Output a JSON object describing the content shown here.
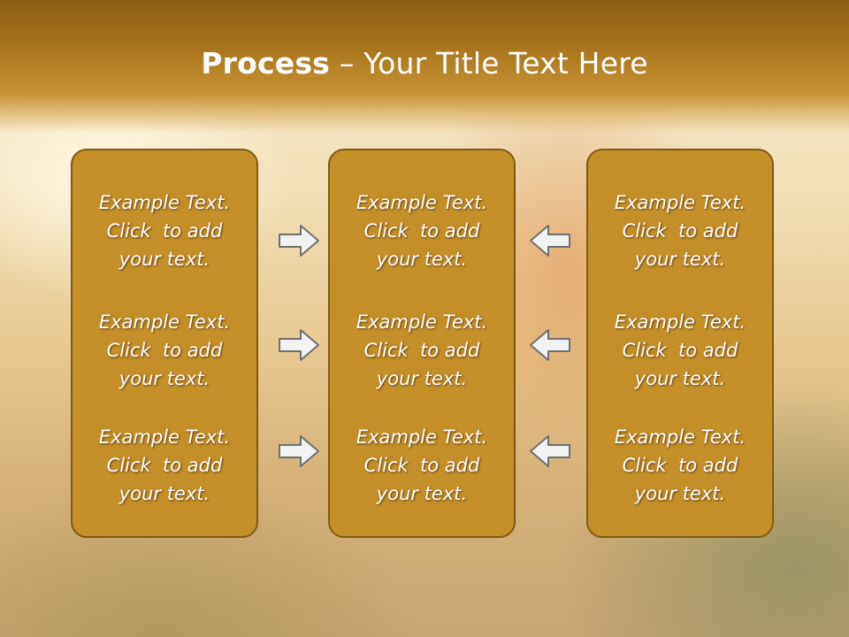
{
  "slide": {
    "title_bold": "Process",
    "title_rest": " – Your Title Text Here"
  },
  "columns": [
    {
      "cells": [
        {
          "text": "Example Text.\nClick  to add\nyour text."
        },
        {
          "text": "Example Text.\nClick  to add\nyour text."
        },
        {
          "text": "Example Text.\nClick  to add\nyour text."
        }
      ]
    },
    {
      "cells": [
        {
          "text": "Example Text.\nClick  to add\nyour text."
        },
        {
          "text": "Example Text.\nClick  to add\nyour text."
        },
        {
          "text": "Example Text.\nClick  to add\nyour text."
        }
      ]
    },
    {
      "cells": [
        {
          "text": "Example Text.\nClick  to add\nyour text."
        },
        {
          "text": "Example Text.\nClick  to add\nyour text."
        },
        {
          "text": "Example Text.\nClick  to add\nyour text."
        }
      ]
    }
  ],
  "arrows": {
    "left_group": [
      "arrow-right-icon",
      "arrow-right-icon",
      "arrow-right-icon"
    ],
    "right_group": [
      "arrow-left-icon",
      "arrow-left-icon",
      "arrow-left-icon"
    ]
  },
  "colors": {
    "title_bar": "#a8741c",
    "box_fill": "#c48f29",
    "box_border": "#7f5a14",
    "text": "#ffffff"
  }
}
